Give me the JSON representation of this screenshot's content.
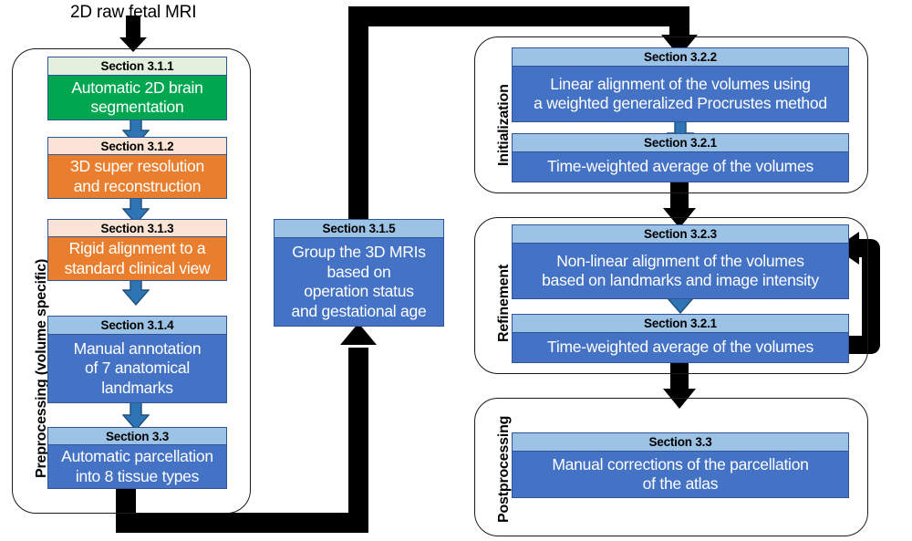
{
  "diagram": {
    "title_label": "2D raw fetal MRI",
    "colors": {
      "green_header": "#e4efdd",
      "green_body": "#00a650",
      "orange_header": "#fbe4d5",
      "orange_body": "#e97f2e",
      "blue_header": "#9cc3e5",
      "blue_body": "#4472c4",
      "box_border": "#2f5597",
      "connector_black": "#000000",
      "arrow_blue": "#2e75b6"
    },
    "groups": [
      {
        "id": "preprocessing",
        "label": "Preprocessing (volume specific)"
      },
      {
        "id": "initialization",
        "label": "Initialization"
      },
      {
        "id": "refinement",
        "label": "Refinement"
      },
      {
        "id": "postprocessing",
        "label": "Postprocessing"
      }
    ],
    "nodes": [
      {
        "id": "n311",
        "header": "Section 3.1.1",
        "text": "Automatic 2D brain\nsegmentation",
        "palette": "green"
      },
      {
        "id": "n312",
        "header": "Section 3.1.2",
        "text": "3D super resolution\nand reconstruction",
        "palette": "orange"
      },
      {
        "id": "n313",
        "header": "Section 3.1.3",
        "text": "Rigid alignment to a\nstandard clinical view",
        "palette": "orange"
      },
      {
        "id": "n314",
        "header": "Section 3.1.4",
        "text": "Manual annotation\nof 7 anatomical\nlandmarks",
        "palette": "blue"
      },
      {
        "id": "n33a",
        "header": "Section 3.3",
        "text": "Automatic parcellation\ninto 8 tissue types",
        "palette": "blue"
      },
      {
        "id": "n315",
        "header": "Section 3.1.5",
        "text": "Group the 3D MRIs\nbased on\noperation status\nand gestational age",
        "palette": "blue"
      },
      {
        "id": "n322",
        "header": "Section 3.2.2",
        "text": "Linear alignment of the volumes using\na weighted generalized Procrustes method",
        "palette": "blue"
      },
      {
        "id": "n321a",
        "header": "Section 3.2.1",
        "text": "Time-weighted average of the volumes",
        "palette": "blue"
      },
      {
        "id": "n323",
        "header": "Section 3.2.3",
        "text": "Non-linear alignment of the volumes\nbased on landmarks and image intensity",
        "palette": "blue"
      },
      {
        "id": "n321b",
        "header": "Section 3.2.1",
        "text": "Time-weighted average of the volumes",
        "palette": "blue"
      },
      {
        "id": "n33b",
        "header": "Section 3.3",
        "text": "Manual corrections of the parcellation\nof the atlas",
        "palette": "blue"
      }
    ],
    "connectors": [
      {
        "id": "input-arrow",
        "kind": "black-down-arrow",
        "from": "2D raw fetal MRI",
        "to": "n311"
      },
      {
        "id": "a311-312",
        "kind": "blue-down-arrow",
        "from": "n311",
        "to": "n312"
      },
      {
        "id": "a312-313",
        "kind": "blue-down-arrow",
        "from": "n312",
        "to": "n313"
      },
      {
        "id": "a313-314",
        "kind": "blue-down-arrow",
        "from": "n313",
        "to": "n314"
      },
      {
        "id": "a314-33a",
        "kind": "blue-down-arrow",
        "from": "n314",
        "to": "n33a"
      },
      {
        "id": "a33a-315",
        "kind": "black-elbow-arrow",
        "from": "n33a",
        "to": "n315"
      },
      {
        "id": "a315-322",
        "kind": "black-elbow-arrow",
        "from": "n315",
        "to": "n322"
      },
      {
        "id": "a322-321a",
        "kind": "blue-down-arrow",
        "from": "n322",
        "to": "n321a"
      },
      {
        "id": "a321a-323",
        "kind": "black-down-arrow",
        "from": "n321a",
        "to": "n323"
      },
      {
        "id": "a323-321b",
        "kind": "blue-down-arrow",
        "from": "n323",
        "to": "n321b"
      },
      {
        "id": "a321b-323-loop",
        "kind": "black-loop-arrow",
        "from": "n321b",
        "to": "n323"
      },
      {
        "id": "a321b-33b",
        "kind": "black-down-arrow",
        "from": "n321b",
        "to": "n33b"
      }
    ]
  }
}
